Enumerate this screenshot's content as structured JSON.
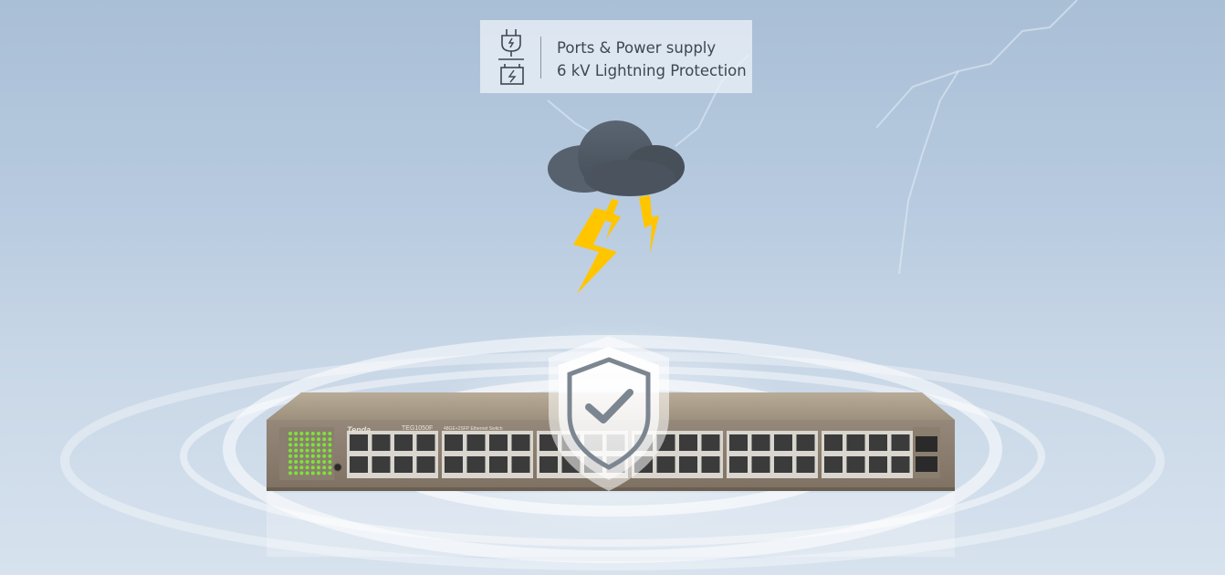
{
  "feature": {
    "line1": "Ports & Power supply",
    "line2": "6 kV Lightning Protection",
    "icons": [
      "plug-icon",
      "battery-lightning-icon"
    ]
  },
  "switch": {
    "brand": "Tenda",
    "model": "TEG1050F",
    "description": "48GE+2SFP Ethernet Switch"
  },
  "colors": {
    "sky": "#b7cadf",
    "cloud": "#515c68",
    "lightning": "#ffc600",
    "chassis": "#8f8270",
    "led_green": "#7de33a",
    "shield": "#7c8690"
  }
}
